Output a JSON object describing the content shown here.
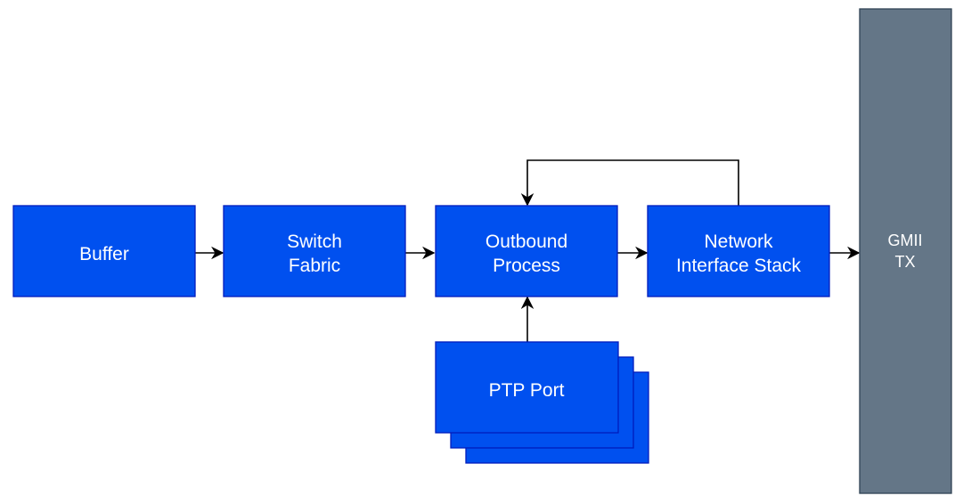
{
  "colors": {
    "block_fill": "#0050ef",
    "block_stroke": "#001dbc",
    "block_text": "#ffffff",
    "bus_fill": "#647687",
    "bus_stroke": "#314354",
    "arrow": "#000000"
  },
  "blocks": {
    "buffer": {
      "line1": "Buffer"
    },
    "switch_fabric": {
      "line1": "Switch",
      "line2": "Fabric"
    },
    "outbound_process": {
      "line1": "Outbound",
      "line2": "Process"
    },
    "network_interface_stack": {
      "line1": "Network",
      "line2": "Interface Stack"
    },
    "ptp_port": {
      "line1": "PTP Port",
      "stacked": 3
    },
    "gmii_tx": {
      "line1": "GMII",
      "line2": "TX"
    }
  },
  "connections": [
    {
      "from": "Buffer",
      "to": "Switch Fabric"
    },
    {
      "from": "Switch Fabric",
      "to": "Outbound Process"
    },
    {
      "from": "Outbound Process",
      "to": "Network Interface Stack"
    },
    {
      "from": "Network Interface Stack",
      "to": "GMII TX"
    },
    {
      "from": "Network Interface Stack",
      "to": "Outbound Process"
    },
    {
      "from": "PTP Port",
      "to": "Outbound Process"
    }
  ]
}
